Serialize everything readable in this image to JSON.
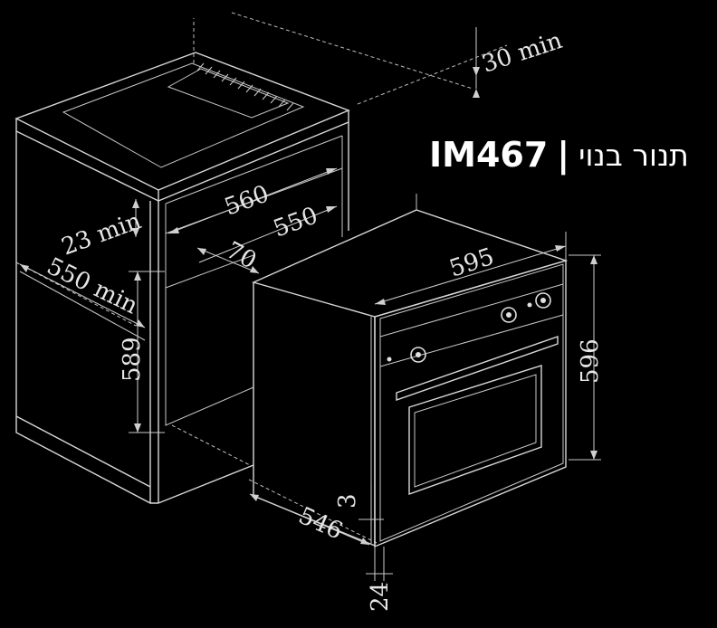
{
  "title": {
    "model": "IM467",
    "separator": "|",
    "product_name": "תנור בנוי"
  },
  "dimensions": {
    "top_clearance": "30 min",
    "cabinet_inner_width": "560",
    "cutout_width": "550",
    "side_clearance": "23 min",
    "depth_min": "550 min",
    "rear_gap": "70",
    "cutout_height": "589",
    "oven_width": "595",
    "oven_height": "596",
    "oven_depth": "546",
    "panel_offset": "3",
    "panel_thickness": "24"
  }
}
